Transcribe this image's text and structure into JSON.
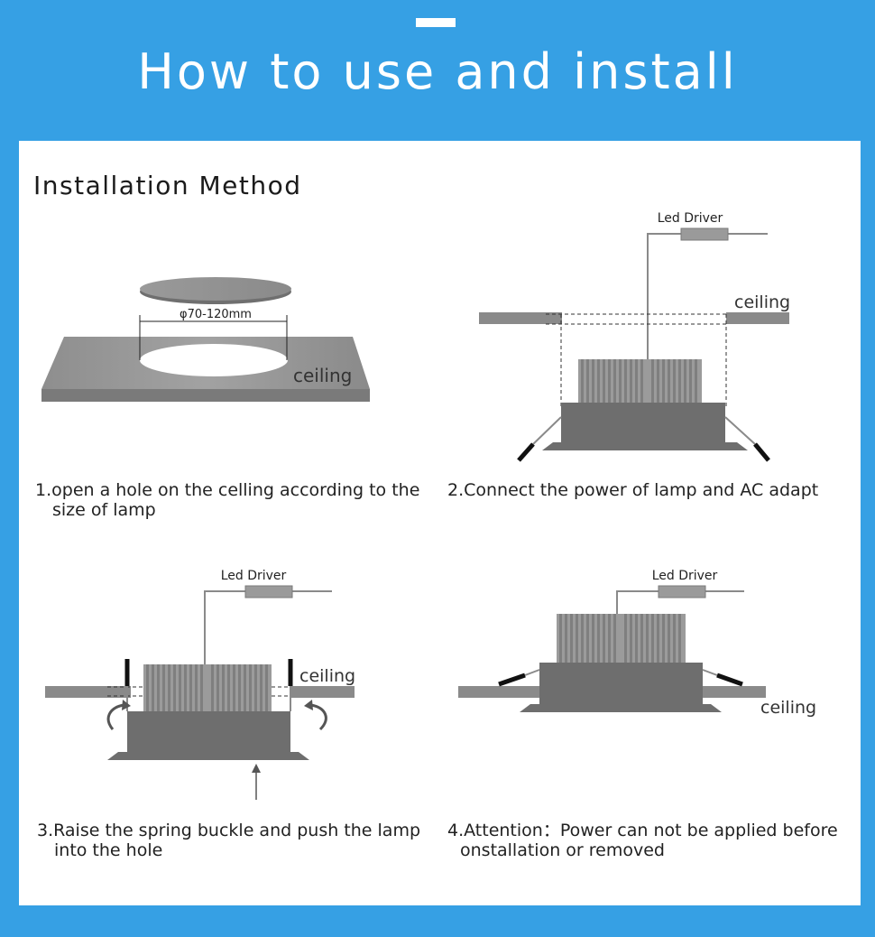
{
  "header": {
    "title": "How to use and install"
  },
  "section": {
    "title": "Installation Method"
  },
  "colors": {
    "background": "#36a0e4",
    "panel": "#ffffff",
    "material": "#8a8a8a",
    "lamp": "#6e6e6e"
  },
  "steps": [
    {
      "diagram": {
        "size_label": "φ70-120mm",
        "ceiling_label": "ceiling"
      },
      "caption_line1": "1.open a hole on the celling according to the",
      "caption_line2": "size of lamp"
    },
    {
      "diagram": {
        "driver_label": "Led Driver",
        "ceiling_label": "ceiling"
      },
      "caption_line1": "2.Connect the power of lamp and AC adapt"
    },
    {
      "diagram": {
        "driver_label": "Led Driver",
        "ceiling_label": "ceiling"
      },
      "caption_line1": "3.Raise the spring buckle and push the lamp",
      "caption_line2": "into the hole"
    },
    {
      "diagram": {
        "driver_label": "Led Driver",
        "ceiling_label": "ceiling"
      },
      "caption_line1": "4.Attention：Power can not be applied before",
      "caption_line2": "onstallation or removed"
    }
  ]
}
